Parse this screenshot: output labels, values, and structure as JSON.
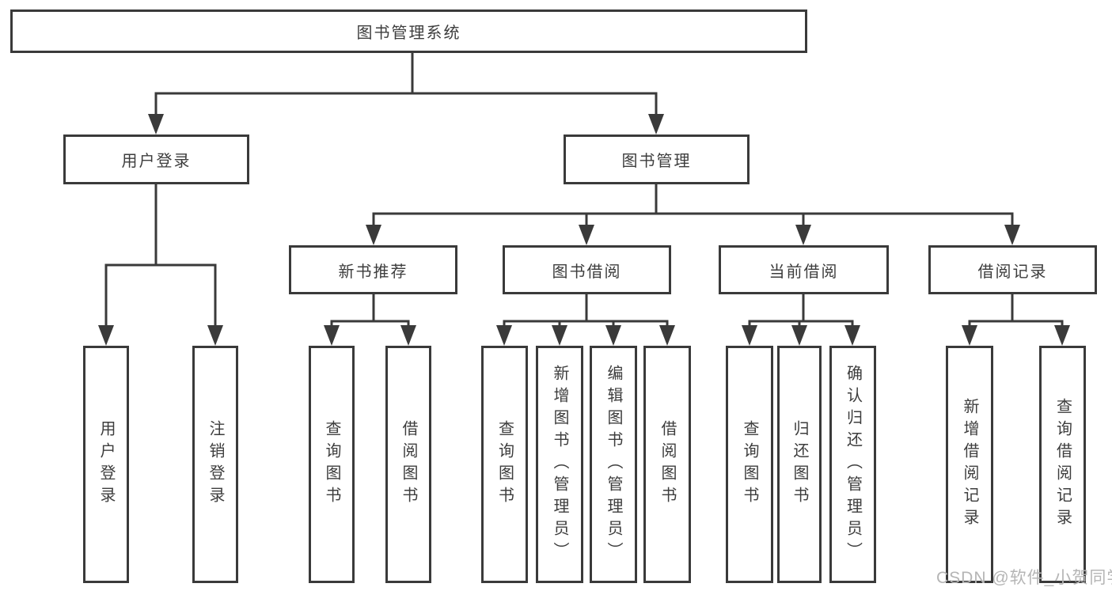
{
  "diagram": {
    "title": "图书管理系统",
    "type": "feature-tree",
    "colors": {
      "line": "#3a3a3a",
      "text": "#3d3d3d",
      "box_background": "#ffffff",
      "watermark": "#b5b5b5"
    },
    "nodes": {
      "root": "图书管理系统",
      "level2": [
        "用户登录",
        "图书管理"
      ],
      "level3": [
        "新书推荐",
        "图书借阅",
        "当前借阅",
        "借阅记录"
      ],
      "leaves": [
        "用户登录",
        "注销登录",
        "查询图书",
        "借阅图书",
        "查询图书",
        "新增图书（管理员）",
        "编辑图书（管理员）",
        "借阅图书",
        "查询图书",
        "归还图书",
        "确认归还（管理员）",
        "新增借阅记录",
        "查询借阅记录"
      ]
    },
    "edges": [
      {
        "from": "图书管理系统",
        "to": [
          "用户登录",
          "图书管理"
        ]
      },
      {
        "from": "用户登录",
        "to": [
          "用户登录",
          "注销登录"
        ]
      },
      {
        "from": "图书管理",
        "to": [
          "新书推荐",
          "图书借阅",
          "当前借阅",
          "借阅记录"
        ]
      },
      {
        "from": "新书推荐",
        "to": [
          "查询图书",
          "借阅图书"
        ]
      },
      {
        "from": "图书借阅",
        "to": [
          "查询图书",
          "新增图书（管理员）",
          "编辑图书（管理员）",
          "借阅图书"
        ]
      },
      {
        "from": "当前借阅",
        "to": [
          "查询图书",
          "归还图书",
          "确认归还（管理员）"
        ]
      },
      {
        "from": "借阅记录",
        "to": [
          "新增借阅记录",
          "查询借阅记录"
        ]
      }
    ],
    "watermark": "CSDN @软件_小贺同学"
  }
}
